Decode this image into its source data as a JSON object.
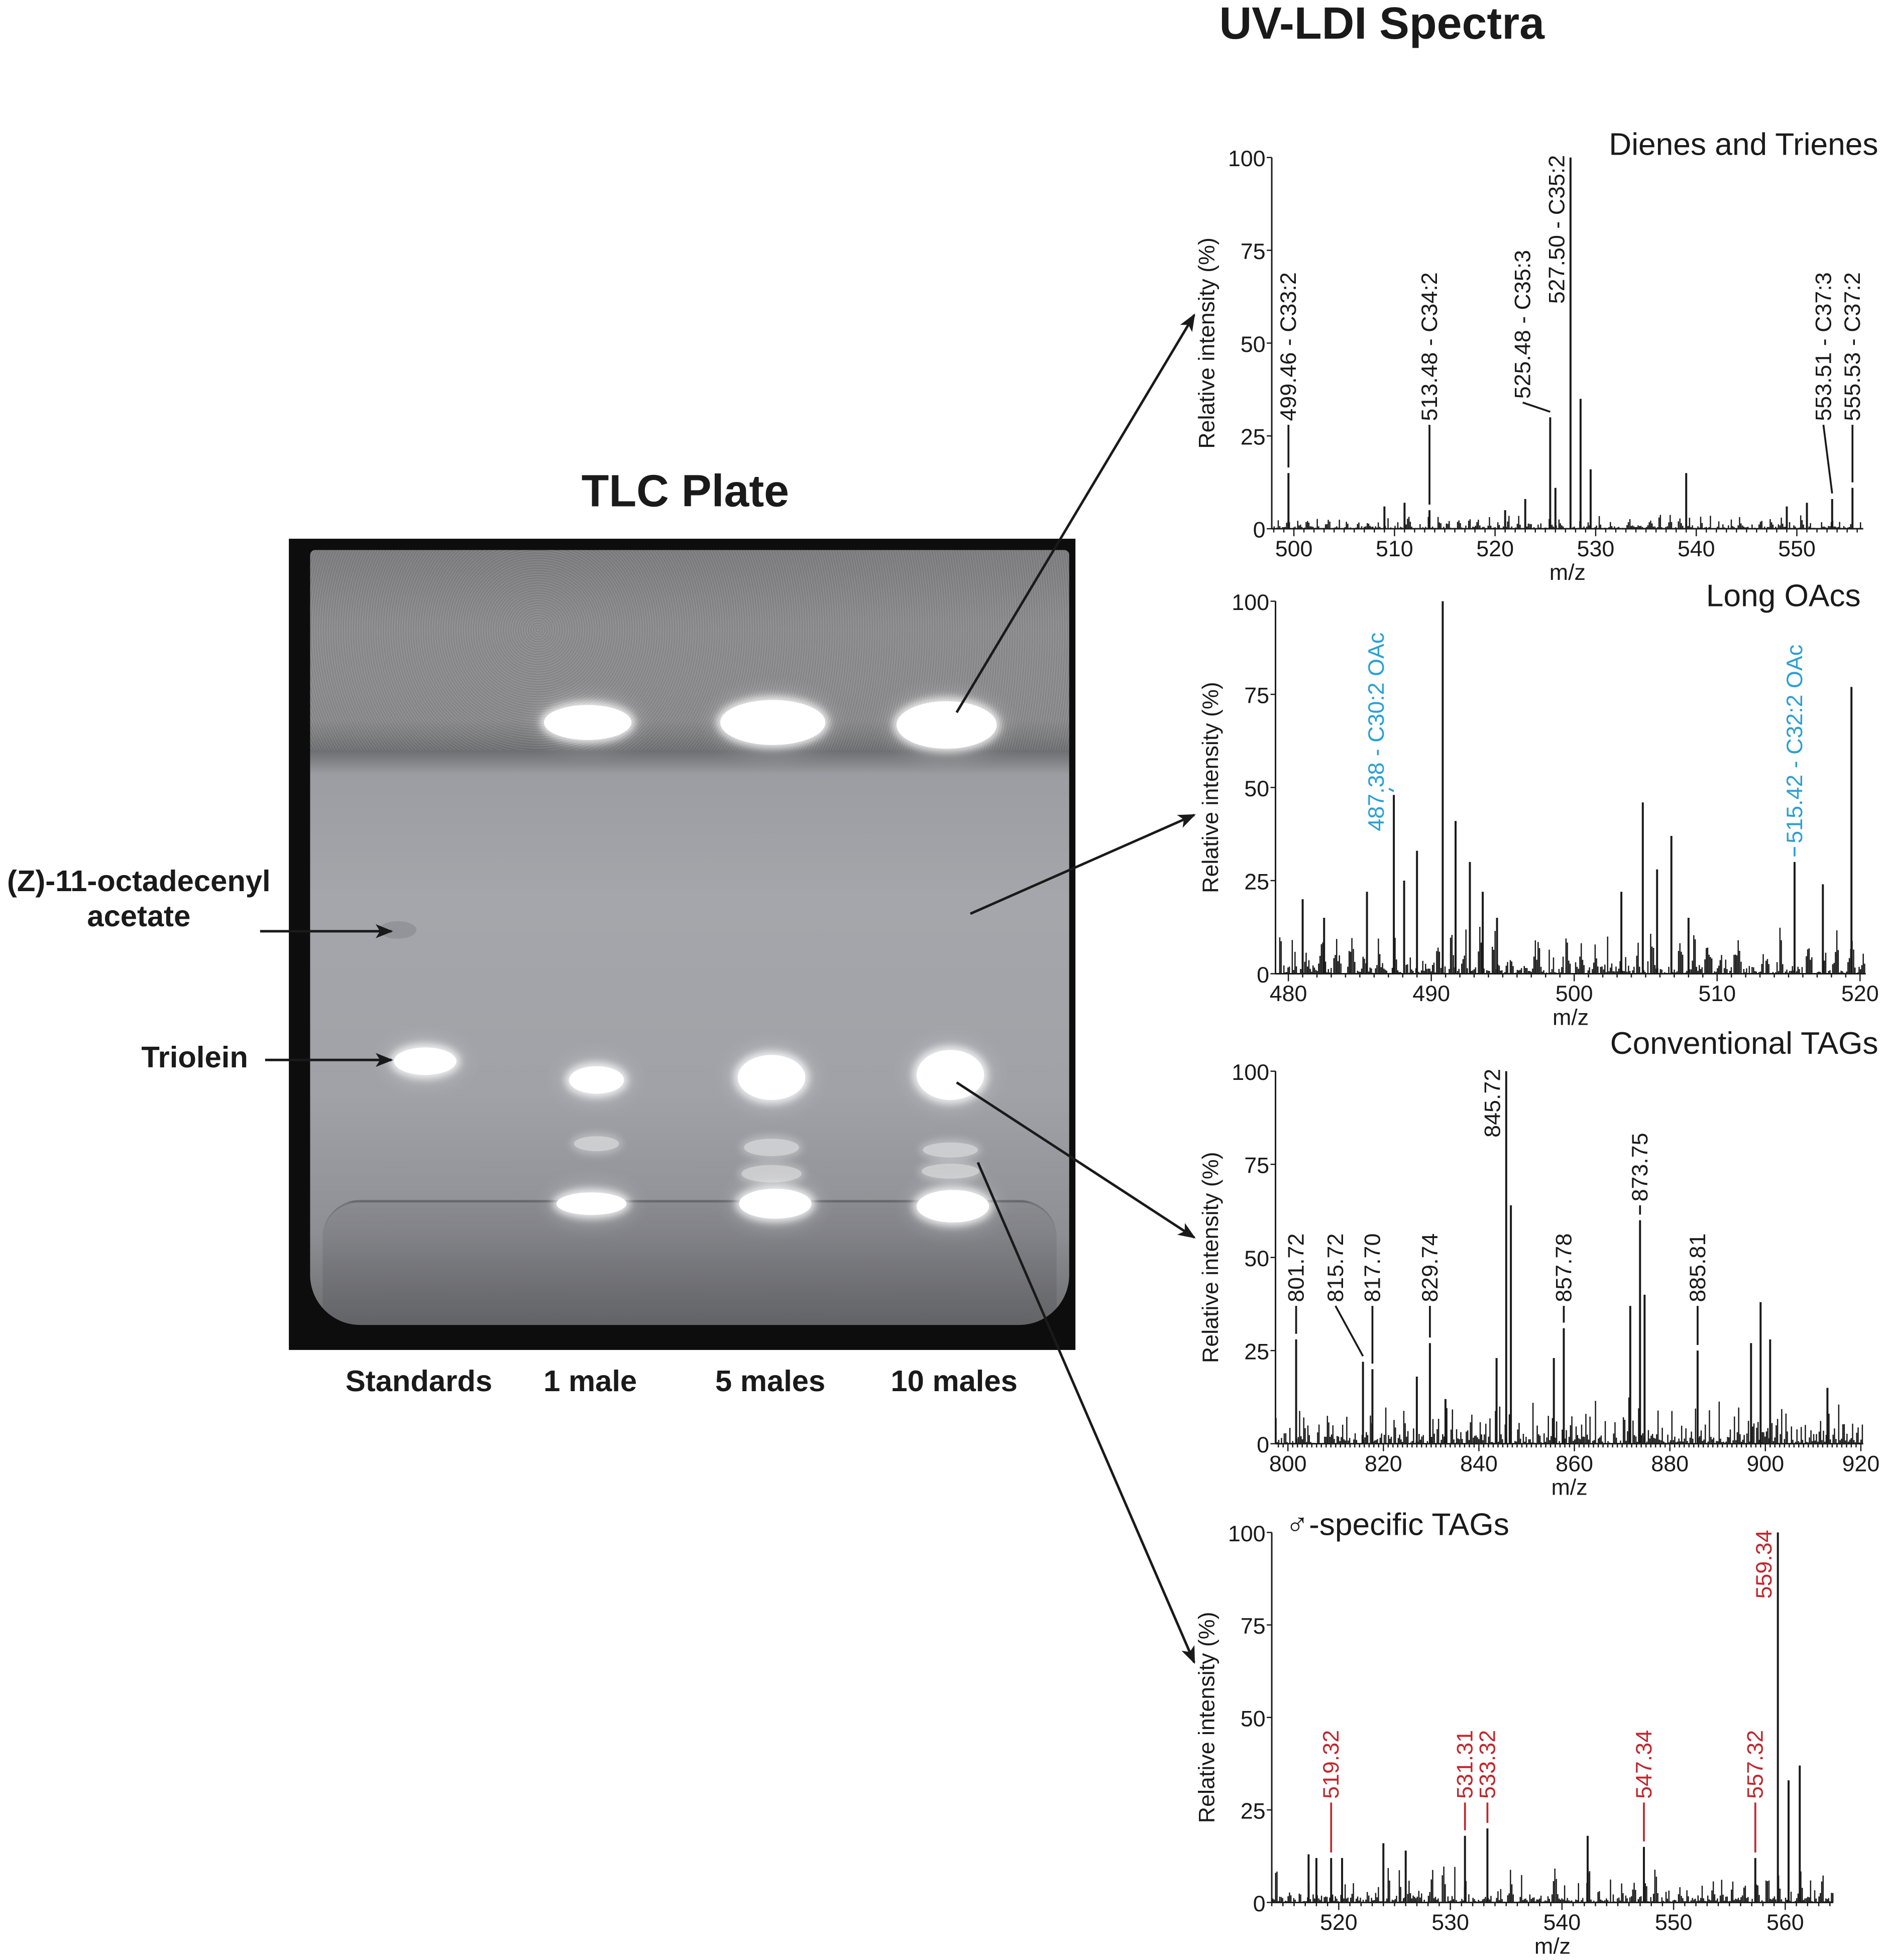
{
  "titles": {
    "spectra": "UV-LDI Spectra",
    "tlc": "TLC Plate"
  },
  "tlc": {
    "lanes": [
      "Standards",
      "1 male",
      "5 males",
      "10 males"
    ],
    "side_labels": {
      "acetate_line1": "(Z)-11-octadecenyl",
      "acetate_line2": "acetate",
      "triolein": "Triolein"
    }
  },
  "colors": {
    "black": "#1a1a1a",
    "blue": "#2a9fd6",
    "red": "#c0272d"
  },
  "chart_data": [
    {
      "type": "bar",
      "title": "Dienes and Trienes",
      "xlabel": "m/z",
      "ylabel": "Relative intensity (%)",
      "xlim": [
        497.8,
        556.6
      ],
      "ylim": [
        0,
        100
      ],
      "x_ticks": [
        500,
        510,
        520,
        530,
        540,
        550
      ],
      "y_ticks": [
        0,
        25,
        50,
        75,
        100
      ],
      "noise_level": 4,
      "peaks": [
        [
          499.46,
          15
        ],
        [
          509,
          6
        ],
        [
          511,
          7
        ],
        [
          513.48,
          5
        ],
        [
          521,
          5
        ],
        [
          523,
          8
        ],
        [
          525.48,
          30
        ],
        [
          526,
          11
        ],
        [
          527.5,
          100
        ],
        [
          528.5,
          35
        ],
        [
          529.5,
          16
        ],
        [
          539,
          15
        ],
        [
          549,
          6
        ],
        [
          551,
          7
        ],
        [
          553.51,
          8
        ],
        [
          555.53,
          11
        ]
      ],
      "labels": [
        {
          "mz": 499.46,
          "text": "499.46 - C33:2",
          "color": "black"
        },
        {
          "mz": 513.48,
          "text": "513.48 - C34:2",
          "color": "black"
        },
        {
          "mz": 525.48,
          "text": "525.48 - C35:3",
          "color": "black"
        },
        {
          "mz": 527.5,
          "text": "527.50 - C35:2",
          "color": "black"
        },
        {
          "mz": 553.51,
          "text": "553.51 - C37:3",
          "color": "black"
        },
        {
          "mz": 555.53,
          "text": "555.53 - C37:2",
          "color": "black"
        }
      ]
    },
    {
      "type": "bar",
      "title": "Long OAcs",
      "xlabel": "m/z",
      "ylabel": "Relative intensity (%)",
      "xlim": [
        479.1,
        520.4
      ],
      "ylim": [
        0,
        100
      ],
      "x_ticks": [
        480,
        490,
        500,
        510,
        520
      ],
      "y_ticks": [
        0,
        25,
        50,
        75,
        100
      ],
      "noise_level": 13,
      "peaks": [
        [
          481,
          20
        ],
        [
          482.5,
          15
        ],
        [
          485.5,
          22
        ],
        [
          487.38,
          48
        ],
        [
          488.1,
          25
        ],
        [
          489,
          33
        ],
        [
          490.8,
          100
        ],
        [
          491.7,
          41
        ],
        [
          492.7,
          30
        ],
        [
          493.6,
          22
        ],
        [
          494.6,
          15
        ],
        [
          503.3,
          22
        ],
        [
          504.8,
          46
        ],
        [
          505.8,
          28
        ],
        [
          506.8,
          37
        ],
        [
          508,
          15
        ],
        [
          515.42,
          30
        ],
        [
          517.4,
          24
        ],
        [
          519.4,
          77
        ]
      ],
      "labels": [
        {
          "mz": 487.38,
          "text": "487.38 - C30:2 OAc",
          "color": "blue"
        },
        {
          "mz": 515.42,
          "text": "515.42 - C32:2 OAc",
          "color": "blue"
        }
      ]
    },
    {
      "type": "bar",
      "title": "Conventional TAGs",
      "xlabel": "m/z",
      "ylabel": "Relative intensity (%)",
      "xlim": [
        797.4,
        920.5
      ],
      "ylim": [
        0,
        100
      ],
      "x_ticks": [
        800,
        820,
        840,
        860,
        880,
        900,
        920
      ],
      "y_ticks": [
        0,
        25,
        50,
        75,
        100
      ],
      "noise_level": 13,
      "peaks": [
        [
          801.72,
          28
        ],
        [
          815.72,
          22
        ],
        [
          817.7,
          20
        ],
        [
          827,
          18
        ],
        [
          829.74,
          27
        ],
        [
          833,
          12
        ],
        [
          843.7,
          23
        ],
        [
          845.72,
          100
        ],
        [
          846.7,
          64
        ],
        [
          855.7,
          23
        ],
        [
          857.78,
          31
        ],
        [
          871.7,
          37
        ],
        [
          873.75,
          60
        ],
        [
          874.7,
          40
        ],
        [
          885.81,
          25
        ],
        [
          897,
          27
        ],
        [
          899,
          38
        ],
        [
          901,
          28
        ],
        [
          913,
          15
        ]
      ],
      "labels": [
        {
          "mz": 801.72,
          "text": "801.72",
          "color": "black"
        },
        {
          "mz": 815.72,
          "text": "815.72",
          "color": "black"
        },
        {
          "mz": 817.7,
          "text": "817.70",
          "color": "black"
        },
        {
          "mz": 829.74,
          "text": "829.74",
          "color": "black"
        },
        {
          "mz": 845.72,
          "text": "845.72",
          "color": "black"
        },
        {
          "mz": 857.78,
          "text": "857.78",
          "color": "black"
        },
        {
          "mz": 873.75,
          "text": "873.75",
          "color": "black"
        },
        {
          "mz": 885.81,
          "text": "885.81",
          "color": "black"
        }
      ]
    },
    {
      "type": "bar",
      "title": "♂-specific TAGs",
      "xlabel": "m/z",
      "ylabel": "Relative intensity (%)",
      "xlim": [
        514,
        564.3
      ],
      "ylim": [
        0,
        100
      ],
      "x_ticks": [
        520,
        530,
        540,
        550,
        560
      ],
      "y_ticks": [
        0,
        25,
        50,
        75,
        100
      ],
      "noise_level": 10,
      "peaks": [
        [
          517.3,
          13
        ],
        [
          518,
          12
        ],
        [
          519.32,
          12
        ],
        [
          520.3,
          12
        ],
        [
          524,
          16
        ],
        [
          526,
          14
        ],
        [
          531.31,
          18
        ],
        [
          533.32,
          20
        ],
        [
          542.3,
          18
        ],
        [
          547.34,
          15
        ],
        [
          557.32,
          12
        ],
        [
          559.34,
          100
        ],
        [
          560.3,
          33
        ],
        [
          561.3,
          37
        ]
      ],
      "labels": [
        {
          "mz": 519.32,
          "text": "519.32",
          "color": "red"
        },
        {
          "mz": 531.31,
          "text": "531.31",
          "color": "red"
        },
        {
          "mz": 533.32,
          "text": "533.32",
          "color": "red"
        },
        {
          "mz": 547.34,
          "text": "547.34",
          "color": "red"
        },
        {
          "mz": 557.32,
          "text": "557.32",
          "color": "red"
        },
        {
          "mz": 559.34,
          "text": "559.34",
          "color": "red"
        }
      ]
    }
  ]
}
